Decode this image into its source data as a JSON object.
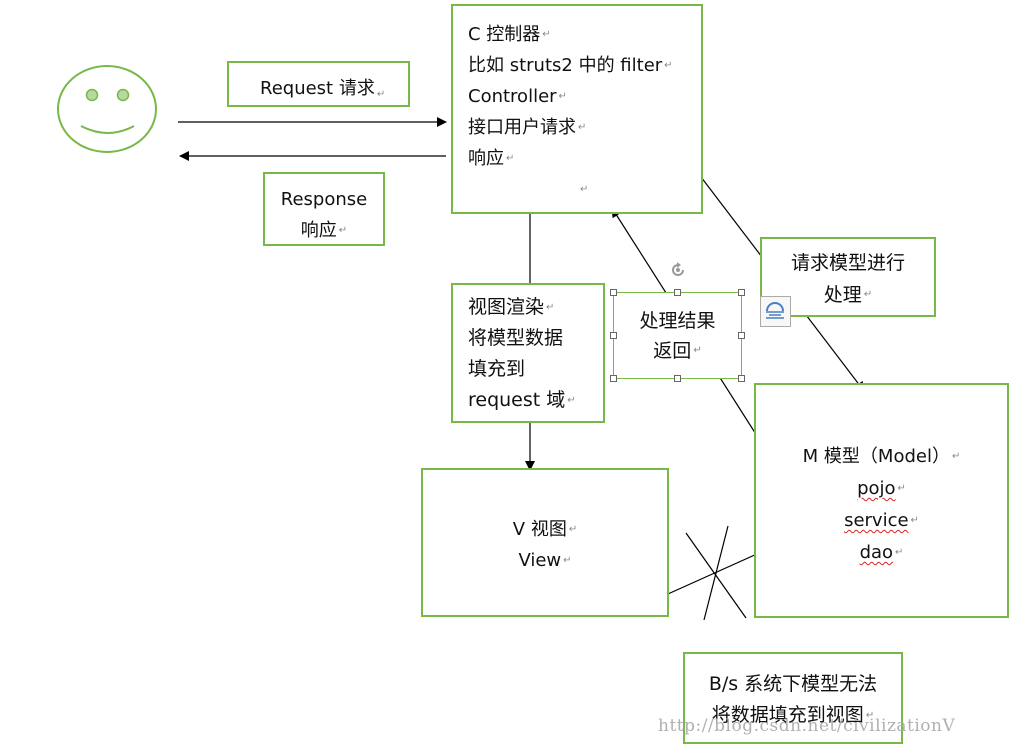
{
  "user": {
    "face": "smiley-face"
  },
  "controller": {
    "lines": [
      "C 控制器",
      "比如 struts2 中的 filter",
      "Controller",
      "接口用户请求",
      "响应"
    ],
    "empty_mark": "↵"
  },
  "request_box": {
    "text": "Request 请求"
  },
  "response_box": {
    "lines": [
      "Response",
      "响应"
    ]
  },
  "process_box": {
    "lines": [
      "请求模型进行",
      "处理"
    ]
  },
  "render_box": {
    "lines": [
      "视图渲染",
      "将模型数据",
      "填充到",
      "request 域"
    ]
  },
  "result_box": {
    "lines": [
      "处理结果",
      "返回"
    ]
  },
  "model_box": {
    "lines": [
      "M 模型（Model）",
      "pojo",
      "service",
      "dao"
    ]
  },
  "view_box": {
    "lines": [
      "V 视图",
      "View"
    ]
  },
  "bs_box": {
    "lines": [
      "B/s 系统下模型无法",
      "将数据填充到视图"
    ]
  },
  "watermark": "http://blog.csdn.net/civilizationV",
  "icons": {
    "rotate": "rotate-handle-icon",
    "layout": "layout-options-icon"
  },
  "colors": {
    "box_border": "#78b846",
    "face": "#78b846",
    "arrow": "#000000",
    "paragraph_mark": "#888888"
  }
}
